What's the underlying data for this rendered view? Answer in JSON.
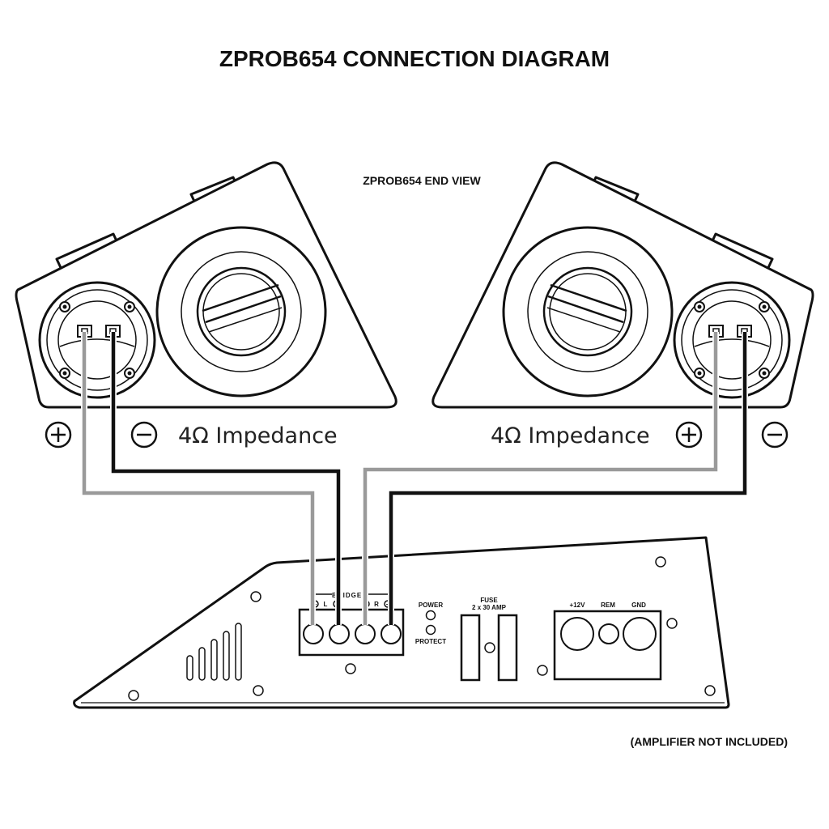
{
  "title": "ZPROB654 CONNECTION DIAGRAM",
  "end_view_label": "ZPROB654 END VIEW",
  "left_speaker": {
    "impedance": "4Ω Impedance",
    "plus": "+",
    "minus": "−"
  },
  "right_speaker": {
    "impedance": "4Ω Impedance",
    "plus": "+",
    "minus": "−"
  },
  "amplifier": {
    "bridged_label": "BRIDGED",
    "l_label": "L",
    "r_label": "R",
    "power_label": "POWER",
    "protect_label": "PROTECT",
    "fuse_label": "FUSE",
    "fuse_rating": "2 x 30 AMP",
    "v12_label": "+12V",
    "rem_label": "REM",
    "gnd_label": "GND"
  },
  "note": "(AMPLIFIER NOT INCLUDED)",
  "colors": {
    "positive_wire": "#9a9a9a",
    "negative_wire": "#111111",
    "line": "#111111"
  }
}
